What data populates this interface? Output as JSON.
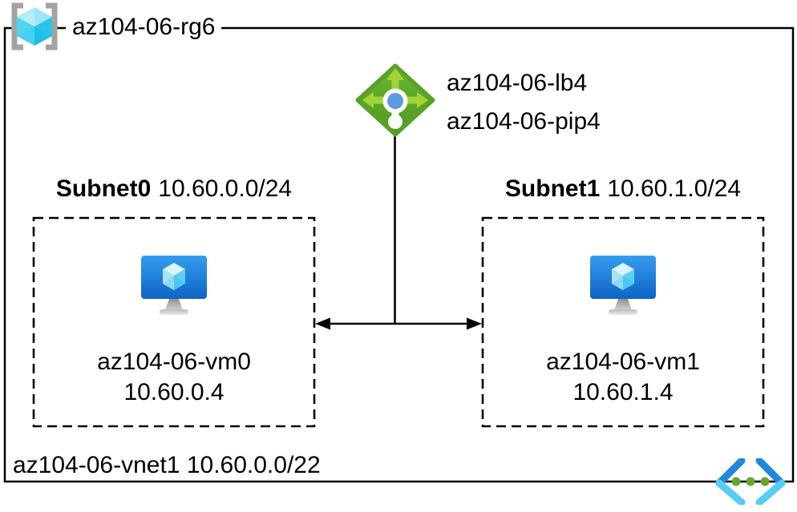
{
  "diagram": {
    "resource_group": {
      "name": "az104-06-rg6"
    },
    "load_balancer": {
      "name": "az104-06-lb4",
      "public_ip": "az104-06-pip4"
    },
    "subnets": [
      {
        "name": "Subnet0",
        "cidr": "10.60.0.0/24",
        "vm_name": "az104-06-vm0",
        "vm_ip": "10.60.0.4"
      },
      {
        "name": "Subnet1",
        "cidr": "10.60.1.0/24",
        "vm_name": "az104-06-vm1",
        "vm_ip": "10.60.1.4"
      }
    ],
    "vnet": {
      "name": "az104-06-vnet1",
      "cidr": "10.60.0.0/22"
    }
  },
  "icons": {
    "resource_group": "resource-group-icon",
    "load_balancer": "load-balancer-icon",
    "virtual_machine": "virtual-machine-icon",
    "virtual_network": "virtual-network-icon"
  },
  "colors": {
    "line": "#000000",
    "rg_bracket_gray": "#A3A3A3",
    "cube_cyan": "#4FD4F0",
    "lb_green": "#5BA727",
    "lb_arrow_green": "#A2D436",
    "lb_dot_blue": "#5C9BE0",
    "vm_blue_top": "#359DEF",
    "vm_blue_bottom": "#0F63C5",
    "vnet_dark_blue": "#2287DD",
    "vnet_light_cyan": "#55CDF4",
    "vnet_dot_green": "#64A62E"
  }
}
